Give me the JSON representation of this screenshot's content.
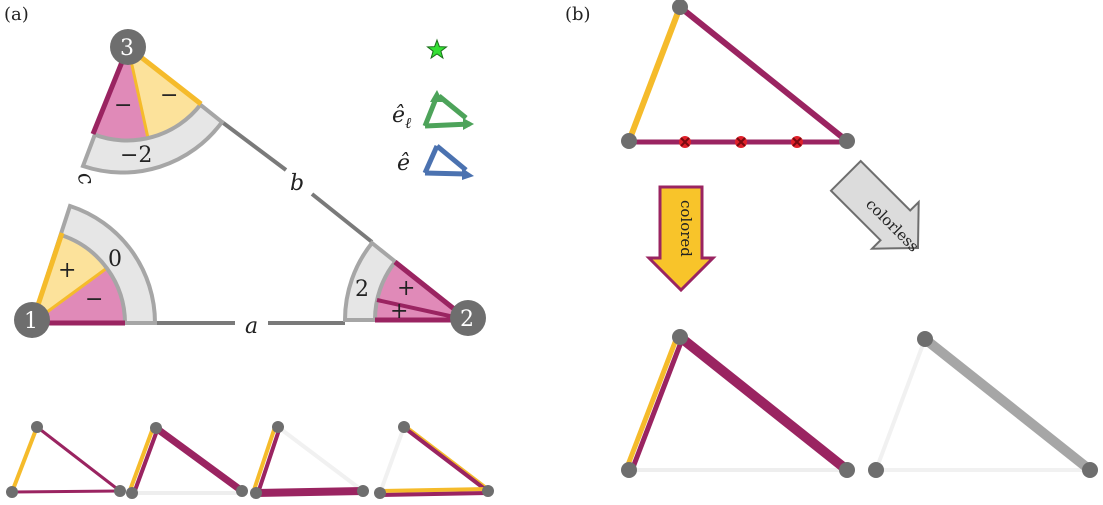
{
  "panels": {
    "a": {
      "label": "(a)",
      "vertices": [
        "1",
        "2",
        "3"
      ],
      "sides": [
        "a",
        "b",
        "c"
      ],
      "vertex1": {
        "outer_label": "0",
        "yellow_sign": "+",
        "pink_sign": "−"
      },
      "vertex2": {
        "outer_label": "2",
        "upper_sign": "+",
        "lower_sign": "+"
      },
      "vertex3": {
        "outer_label": "−2",
        "pink_sign": "−",
        "yellow_sign": "−"
      },
      "legend": {
        "e_ell": "ê",
        "e_ell_sub": "ℓ",
        "e": "ê"
      }
    },
    "b": {
      "label": "(b)",
      "arrow_colored": "colored",
      "arrow_colorless": "colorless"
    }
  },
  "colors": {
    "yellow": "#f5bb2b",
    "magenta": "#9a2461",
    "pink_fill": "#e08ab8",
    "yellow_fill": "#fce29b",
    "gray_fill": "#e6e6e6",
    "gray_stroke": "#a6a6a6",
    "node": "#6e6e6e",
    "green": "#4da35a",
    "blue": "#4b72b0",
    "red_x": "#e0202a",
    "star": "#33e033"
  }
}
